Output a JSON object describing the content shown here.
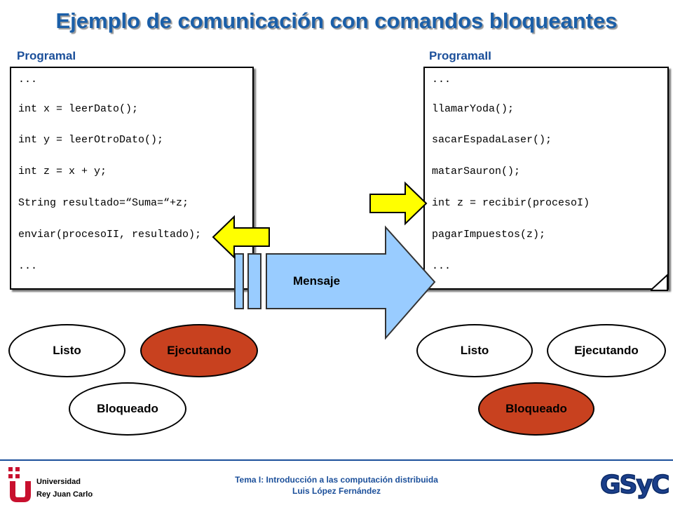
{
  "title": "Ejemplo de comunicación con comandos bloqueantes",
  "programI": {
    "label": "ProgramaI",
    "lines": [
      "...",
      "int x = leerDato();",
      "int y = leerOtroDato();",
      "int z = x + y;",
      "String resultado=“Suma=“+z;",
      "enviar(procesoII, resultado);",
      "..."
    ]
  },
  "programII": {
    "label": "ProgramaII",
    "lines": [
      "...",
      "llamarYoda();",
      "sacarEspadaLaser();",
      "matarSauron();",
      "int z = recibir(procesoI)",
      "pagarImpuestos(z);",
      "..."
    ]
  },
  "message": {
    "label": "Mensaje",
    "color": "#99ccff"
  },
  "statesI": {
    "listo": "Listo",
    "ejecutando": "Ejecutando",
    "bloqueado": "Bloqueado",
    "active": "ejecutando"
  },
  "statesII": {
    "listo": "Listo",
    "ejecutando": "Ejecutando",
    "bloqueado": "Bloqueado",
    "active": "bloqueado"
  },
  "colors": {
    "title": "#1b5fa8",
    "active_state": "#c8411f",
    "pointer_arrow": "#ffff00",
    "message_arrow": "#99ccff"
  },
  "footer": {
    "line1": "Tema I: Introducción a las computación distribuida",
    "line2": "Luis López Fernández"
  },
  "logos": {
    "left_text_1": "Universidad",
    "left_text_2": "Rey Juan Carlos",
    "right_text": "GSyC"
  }
}
